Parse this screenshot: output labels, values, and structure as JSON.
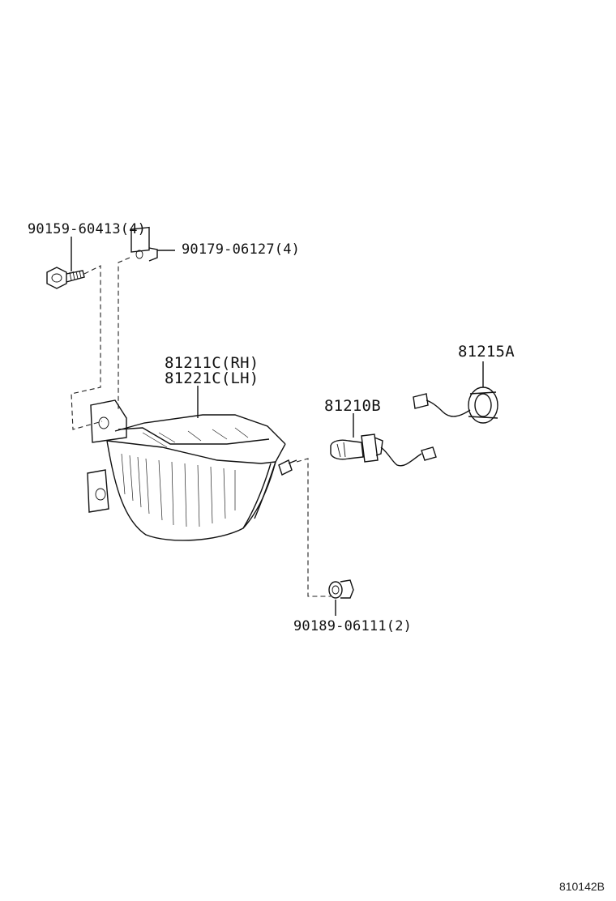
{
  "labels": {
    "screw_part": "90159-60413(4)",
    "clip_part": "90179-06127(4)",
    "lamp_rh": "81211C(RH)",
    "lamp_lh": "81221C(LH)",
    "bulb": "81210B",
    "socket": "81215A",
    "adjuster": "90189-06111(2)"
  },
  "diagram_code": "810142B"
}
